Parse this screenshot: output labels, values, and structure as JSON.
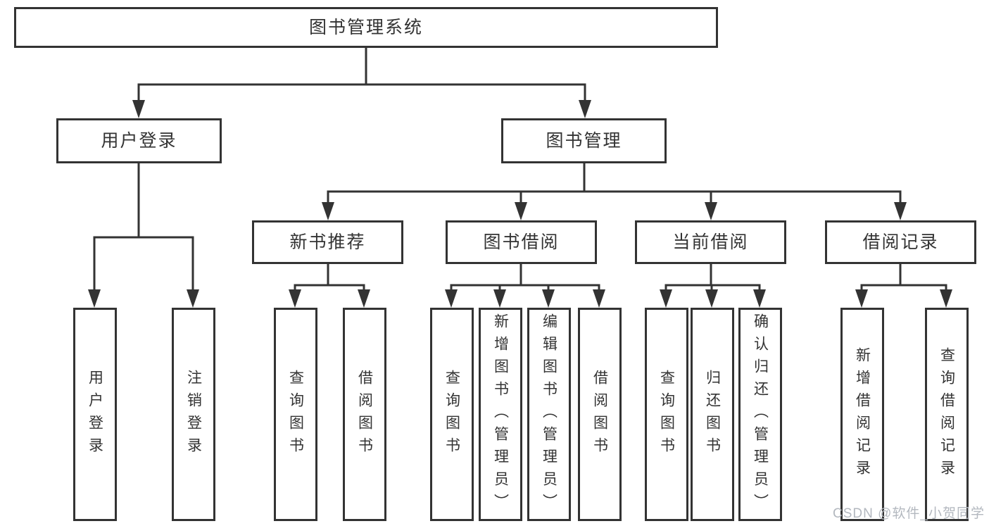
{
  "colors": {
    "line": "#333333",
    "box_border": "#333333",
    "box_fill": "#ffffff",
    "text": "#333333",
    "watermark": "#b3b8bf"
  },
  "watermark": {
    "text": "CSDN @软件_小贺同学"
  },
  "tree": {
    "root": {
      "label": "图书管理系统",
      "children": [
        {
          "label": "用户登录",
          "children": [
            {
              "label": "用户登录"
            },
            {
              "label": "注销登录"
            }
          ]
        },
        {
          "label": "图书管理",
          "children": [
            {
              "label": "新书推荐",
              "children": [
                {
                  "label": "查询图书"
                },
                {
                  "label": "借阅图书"
                }
              ]
            },
            {
              "label": "图书借阅",
              "children": [
                {
                  "label": "查询图书"
                },
                {
                  "label": "新增图书（管理员）"
                },
                {
                  "label": "编辑图书（管理员）"
                },
                {
                  "label": "借阅图书"
                }
              ]
            },
            {
              "label": "当前借阅",
              "children": [
                {
                  "label": "查询图书"
                },
                {
                  "label": "归还图书"
                },
                {
                  "label": "确认归还（管理员）"
                }
              ]
            },
            {
              "label": "借阅记录",
              "children": [
                {
                  "label": "新增借阅记录"
                },
                {
                  "label": "查询借阅记录"
                }
              ]
            }
          ]
        }
      ]
    }
  }
}
